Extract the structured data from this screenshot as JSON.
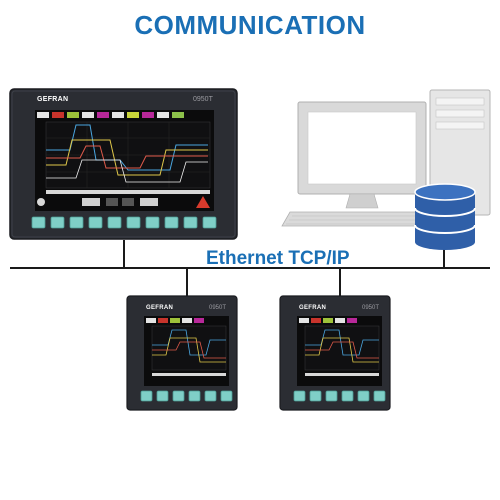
{
  "title": "COMMUNICATION",
  "network": {
    "label": "Ethernet TCP/IP"
  },
  "devices": [
    {
      "brand": "GEFRAN",
      "model": "0950T"
    },
    {
      "brand": "GEFRAN",
      "model": "0950T"
    },
    {
      "brand": "GEFRAN",
      "model": "0950T"
    }
  ],
  "colors": {
    "title": "#1a6fb5",
    "network_line": "#1a1a1a",
    "panel": "#2b2d33",
    "database": "#2f5fa8"
  }
}
